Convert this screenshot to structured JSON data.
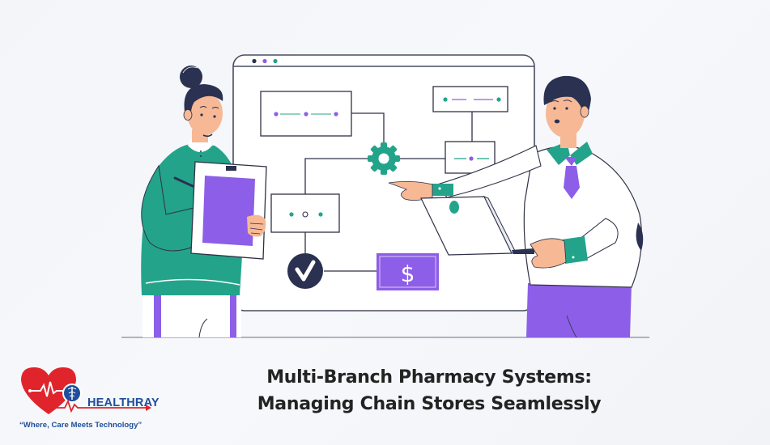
{
  "headline": {
    "line1": "Multi-Branch Pharmacy Systems:",
    "line2": "Managing Chain Stores Seamlessly"
  },
  "logo": {
    "brand": "HEALTHRAY",
    "tagline": "“Where, Care Meets Technology”",
    "icon": "heart-pulse-caduceus-icon"
  },
  "illustration": {
    "dashboard_symbol": "$",
    "check_symbol": "✓",
    "icons": [
      "gear-icon",
      "check-circle-icon",
      "dollar-icon",
      "clipboard-icon",
      "laptop-icon"
    ]
  },
  "colors": {
    "teal": "#23a48a",
    "purple": "#8d5ee8",
    "navy": "#2a3151",
    "skin": "#f6b895",
    "text": "#232323",
    "logo_red": "#e0242b",
    "logo_blue": "#1f4e9c"
  }
}
